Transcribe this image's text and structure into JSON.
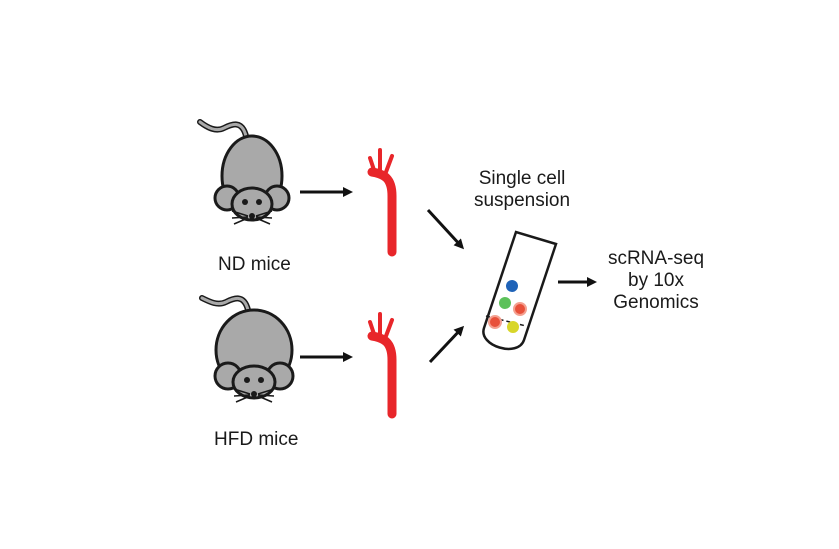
{
  "labels": {
    "nd_mice": "ND mice",
    "hfd_mice": "HFD mice",
    "suspension_line1": "Single cell",
    "suspension_line2": "suspension",
    "seq_line1": "scRNA-seq",
    "seq_line2": "by 10x",
    "seq_line3": "Genomics"
  },
  "icons": {
    "mouse": "mouse-icon",
    "aorta": "aorta-icon",
    "tube": "test-tube-icon",
    "arrow": "arrow-icon"
  },
  "colors": {
    "mouse_body": "#a9a9a9",
    "outline": "#1a1a1a",
    "aorta": "#e8262a",
    "cell_blue": "#1f63b8",
    "cell_green": "#5cc15a",
    "cell_red": "#e8503a",
    "cell_yellow": "#d8d62a"
  }
}
